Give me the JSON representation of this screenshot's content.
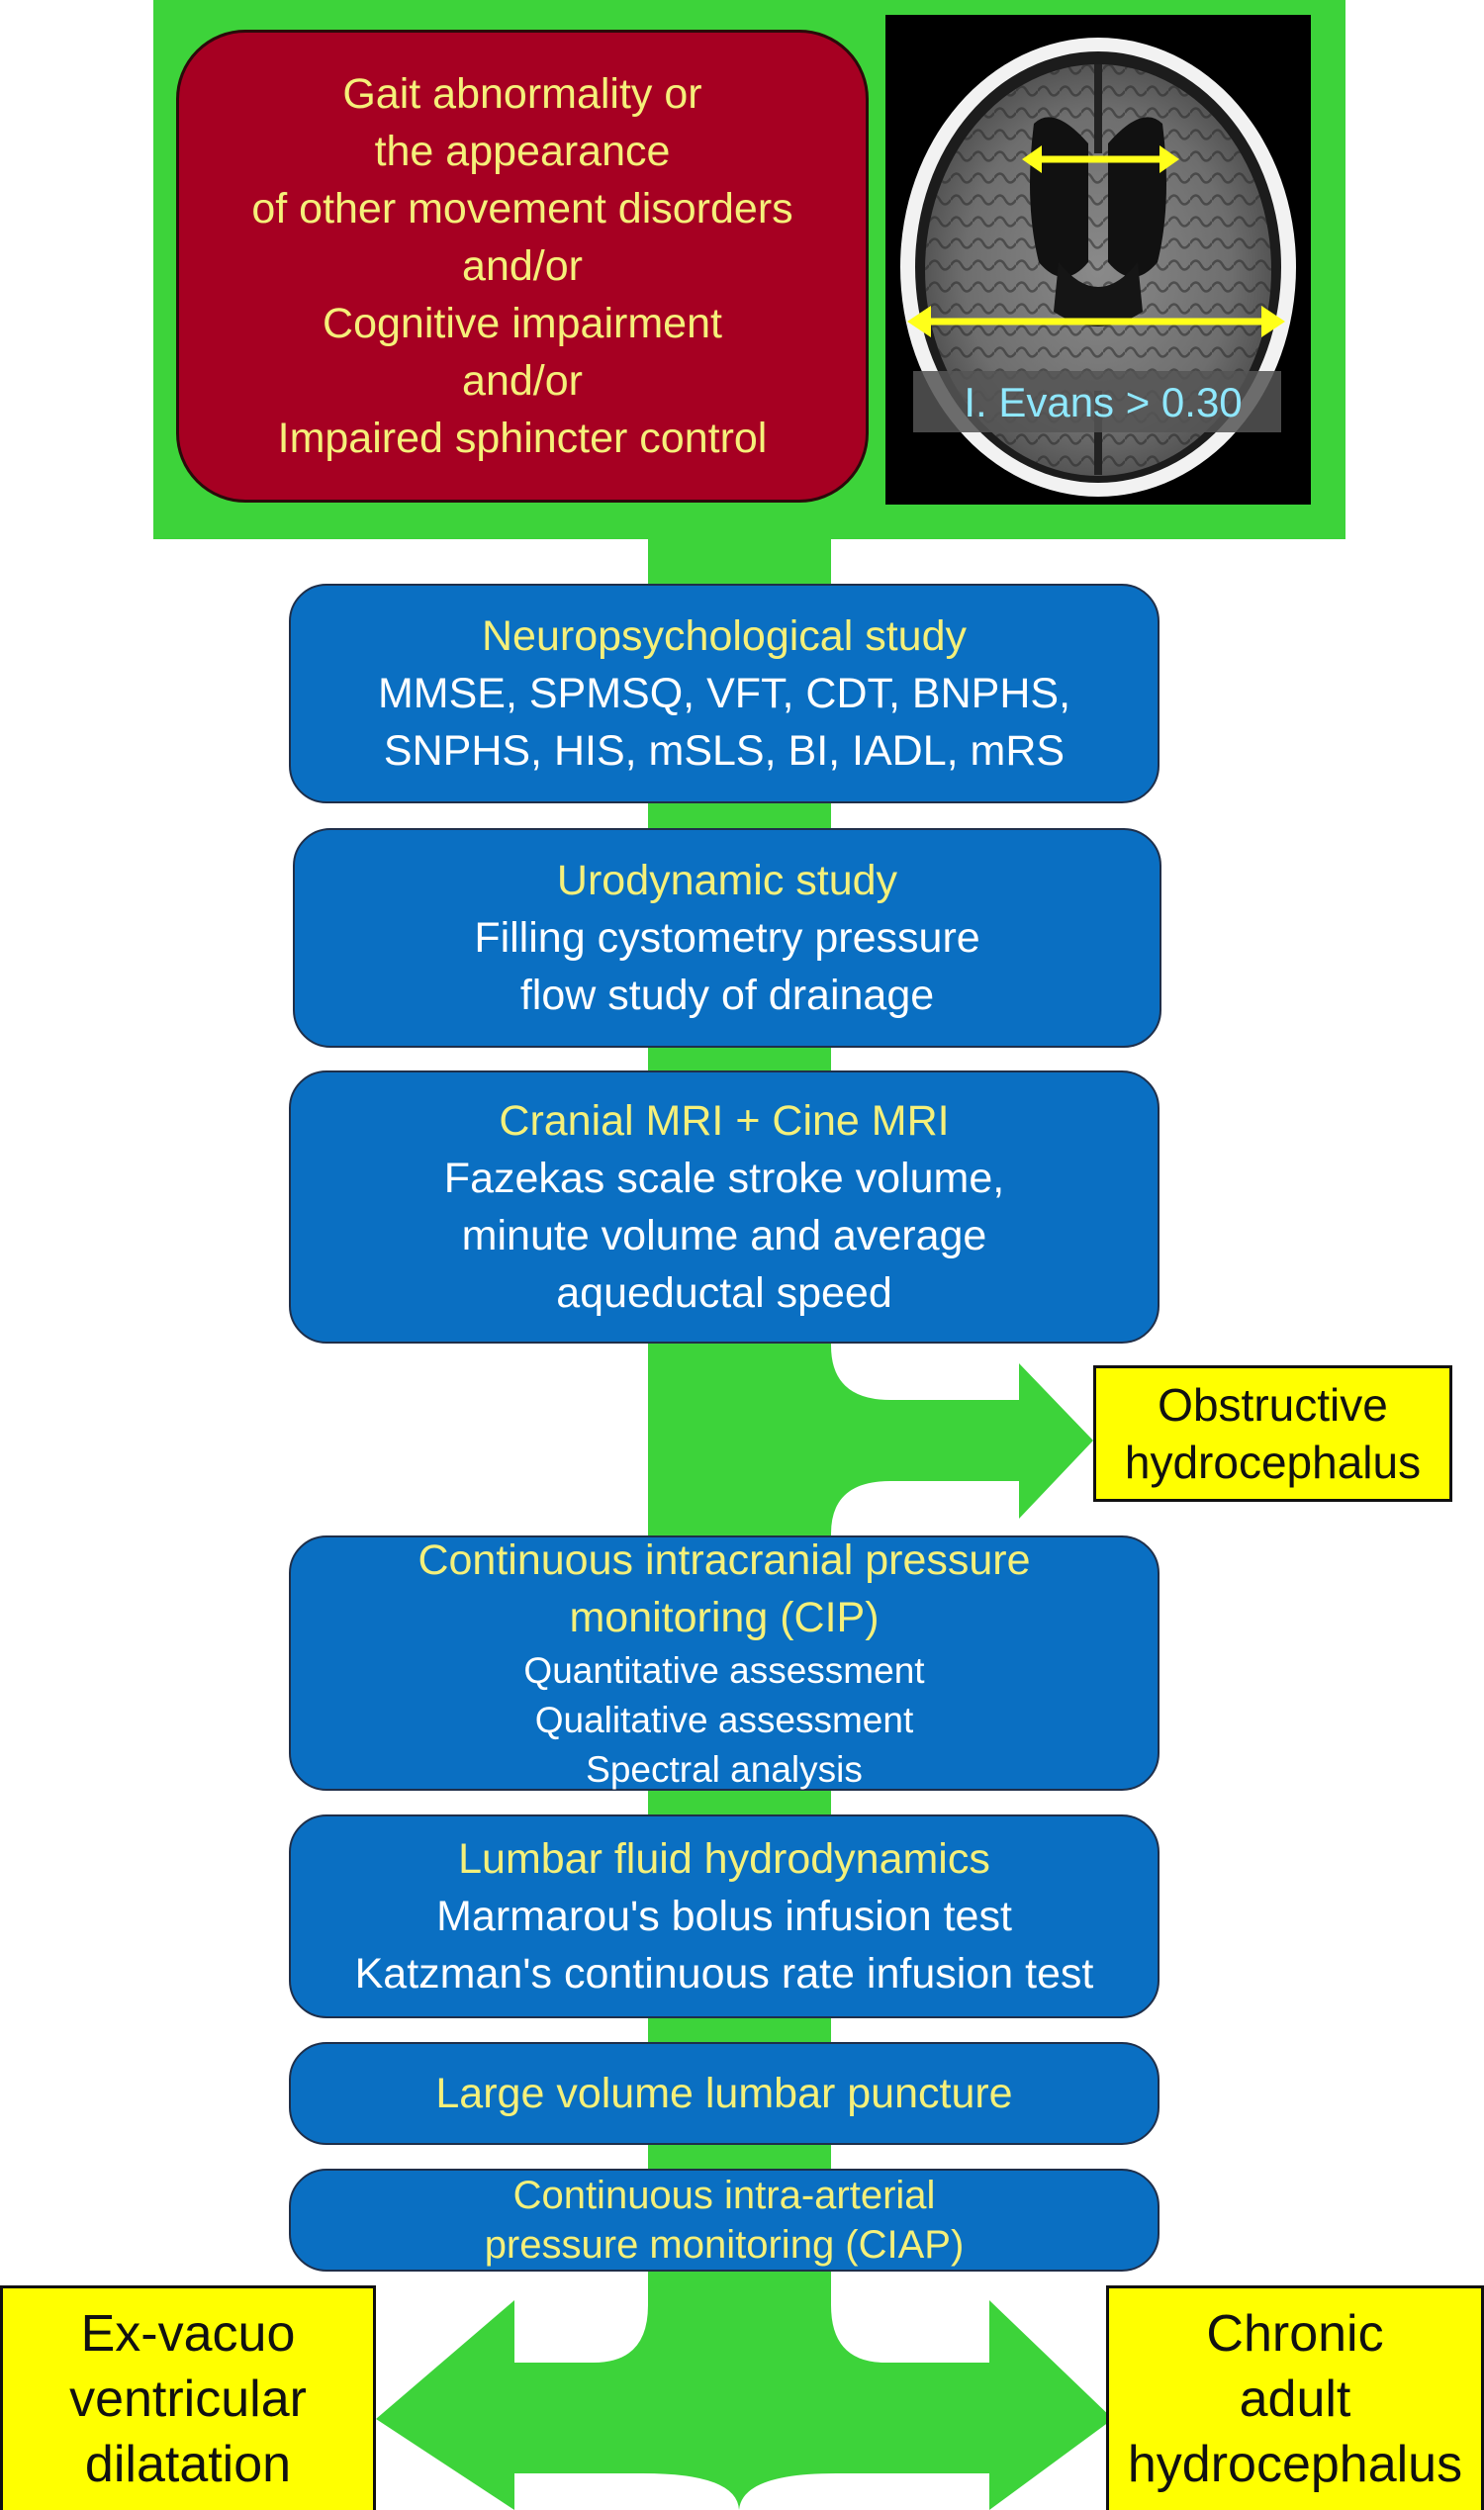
{
  "symptoms": {
    "lines": [
      "Gait abnormality or",
      "the appearance",
      "of other movement disorders",
      "and/or",
      "Cognitive impairment",
      "and/or",
      "Impaired sphincter control"
    ]
  },
  "ct_scan": {
    "evans_label": "I. Evans > 0.30"
  },
  "steps": [
    {
      "title": "Neuropsychological study",
      "lines": [
        "MMSE, SPMSQ, VFT, CDT, BNPHS,",
        "SNPHS, HIS, mSLS, BI, IADL, mRS"
      ]
    },
    {
      "title": "Urodynamic study",
      "lines": [
        "Filling cystometry pressure",
        "flow study of drainage"
      ]
    },
    {
      "title": "Cranial MRI + Cine MRI",
      "lines": [
        "Fazekas scale stroke volume,",
        "minute volume and average",
        "aqueductal speed"
      ]
    },
    {
      "title_lines": [
        "Continuous intracranial pressure",
        "monitoring (CIP)"
      ],
      "lines": [
        "Quantitative assessment",
        "Qualitative assessment",
        "Spectral analysis"
      ]
    },
    {
      "title": "Lumbar fluid hydrodynamics",
      "lines": [
        "Marmarou's bolus infusion test",
        "Katzman's continuous rate infusion test"
      ]
    },
    {
      "title": "Large volume lumbar puncture"
    },
    {
      "title_lines": [
        "Continuous intra-arterial",
        "pressure monitoring (CIAP)"
      ]
    }
  ],
  "outcomes": {
    "obstructive": [
      "Obstructive",
      "hydrocephalus"
    ],
    "ex_vacuo": [
      "Ex-vacuo",
      "ventricular",
      "dilatation"
    ],
    "chronic": [
      "Chronic",
      "adult",
      "hydrocephalus"
    ]
  },
  "colors": {
    "green": "#3dd33a",
    "blue": "#0a6fc2",
    "red": "#a60022",
    "yellow": "#ffff00",
    "title_yellow": "#f5f07a",
    "evans_text": "#8fe8ff",
    "arrow_yellow": "#ffff1a"
  }
}
